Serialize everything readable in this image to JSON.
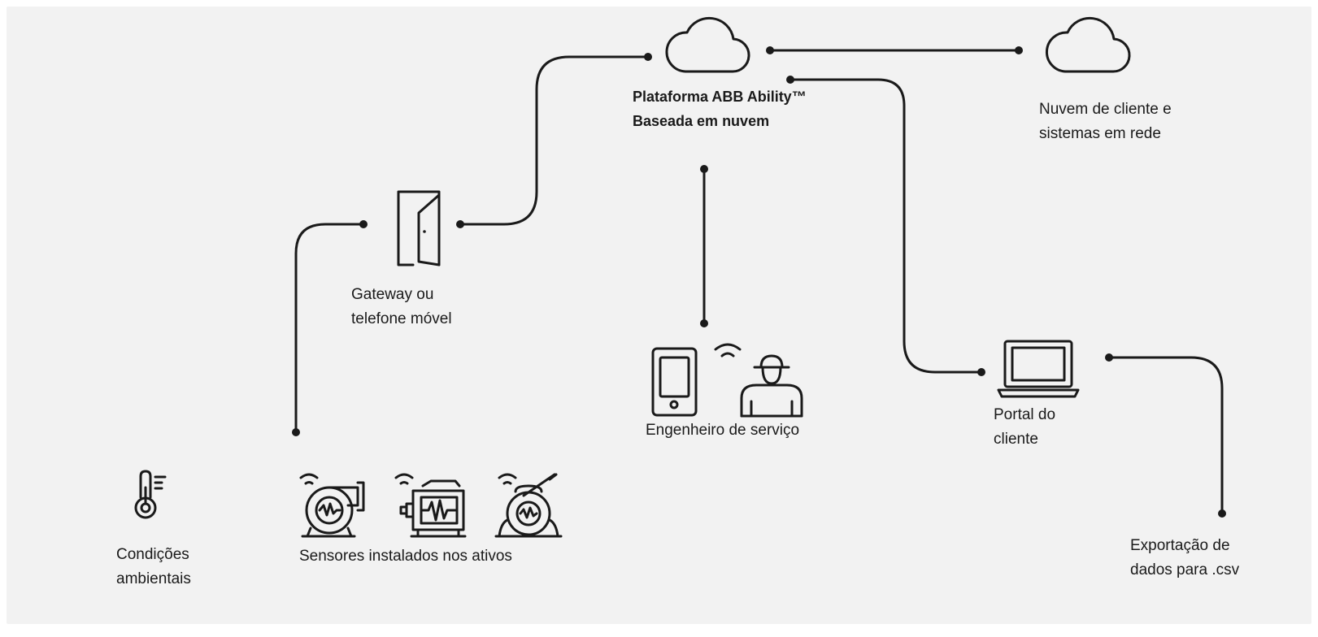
{
  "nodes": {
    "cloud_platform": {
      "title_line1": "Plataforma ABB Ability™",
      "title_line2": "Baseada em nuvem"
    },
    "customer_cloud": {
      "line1": "Nuvem de cliente e",
      "line2": "sistemas em rede"
    },
    "gateway": {
      "line1": "Gateway ou",
      "line2": "telefone móvel"
    },
    "service_engineer": {
      "label": "Engenheiro de serviço"
    },
    "customer_portal": {
      "line1": "Portal do",
      "line2": "cliente"
    },
    "ambient_conditions": {
      "line1": "Condições",
      "line2": "ambientais"
    },
    "asset_sensors": {
      "label": "Sensores instalados nos ativos"
    },
    "csv_export": {
      "line1": "Exportação de",
      "line2": "dados para .csv"
    }
  },
  "icons": [
    "cloud-icon",
    "cloud-icon",
    "door-gateway-icon",
    "smartphone-icon",
    "wifi-icon",
    "engineer-icon",
    "laptop-icon",
    "thermometer-icon",
    "pump-sensor-icon",
    "motor-sensor-icon",
    "generator-sensor-icon"
  ],
  "colors": {
    "line": "#1a1a1a",
    "background": "#f2f2f2"
  }
}
